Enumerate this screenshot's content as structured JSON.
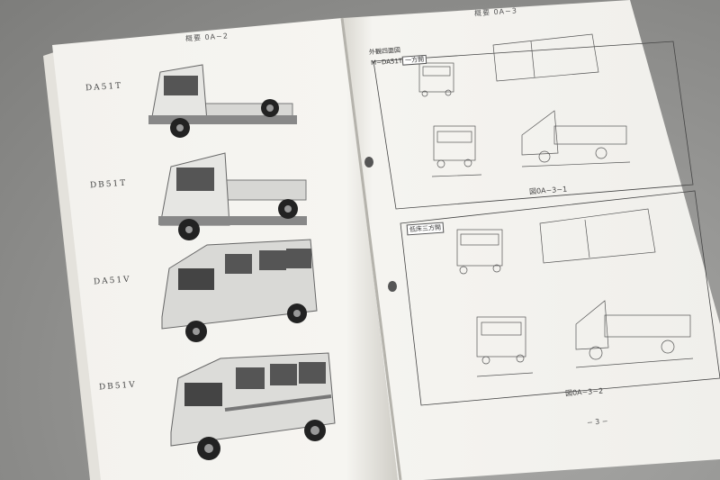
{
  "left_page": {
    "header": "概要  0A−2",
    "models": [
      "DA51T",
      "DB51T",
      "DA51V",
      "DB51V"
    ]
  },
  "right_page": {
    "header": "概要  0A−3",
    "section_title": "外観四面図",
    "variant_1": "M−DA51T",
    "variant_1_suffix": "一方開",
    "variant_2": "低床三方開",
    "figure_1": "図0A−3−1",
    "figure_2": "図0A−3−2",
    "page_number": "− 3 −"
  }
}
